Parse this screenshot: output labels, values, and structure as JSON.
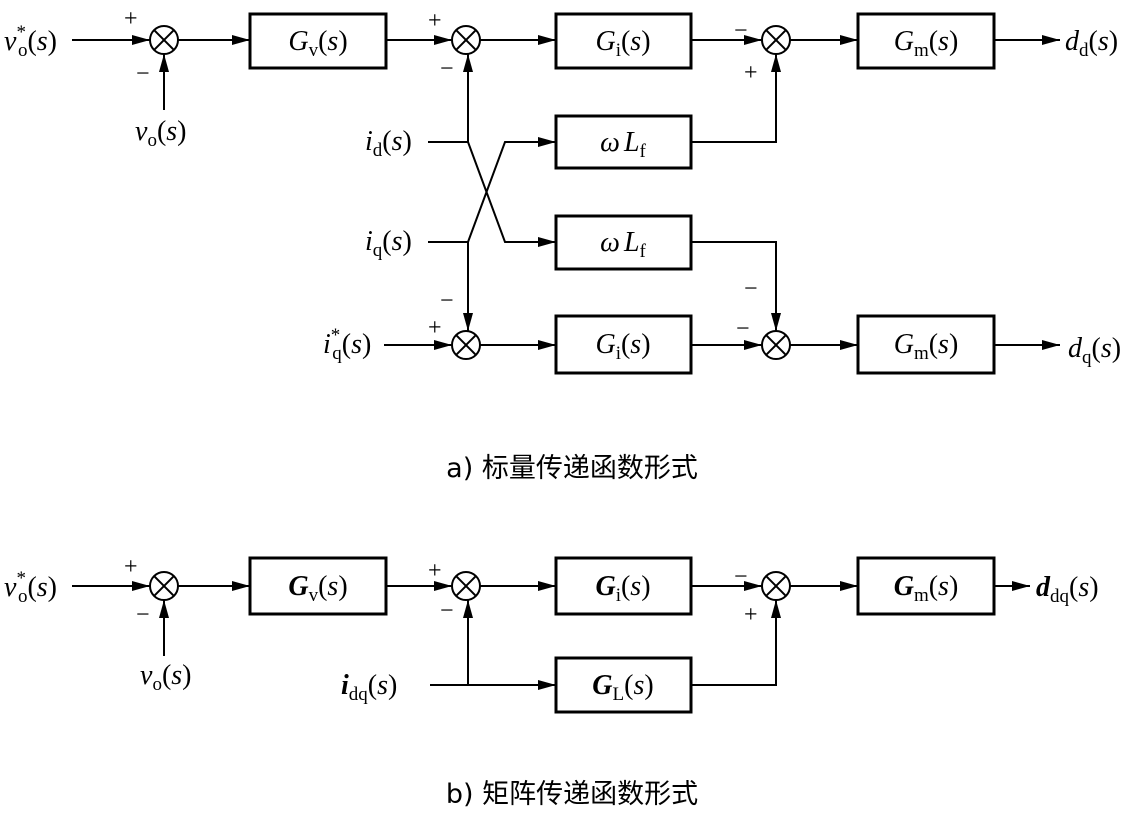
{
  "captions": {
    "a": "a) 标量传递函数形式",
    "b": "b) 矩阵传递函数形式"
  },
  "signs": {
    "plus": "+",
    "minus": "−"
  },
  "expr": {
    "open": "(",
    "close": ")",
    "s": "s",
    "star": "*",
    "v": "v",
    "i": "i",
    "d": "d",
    "G": "G",
    "omega": "ω",
    "L": "L"
  },
  "subs": {
    "o": "o",
    "v": "v",
    "i": "i",
    "m": "m",
    "d": "d",
    "q": "q",
    "f": "f",
    "dq": "dq",
    "L": "L"
  }
}
